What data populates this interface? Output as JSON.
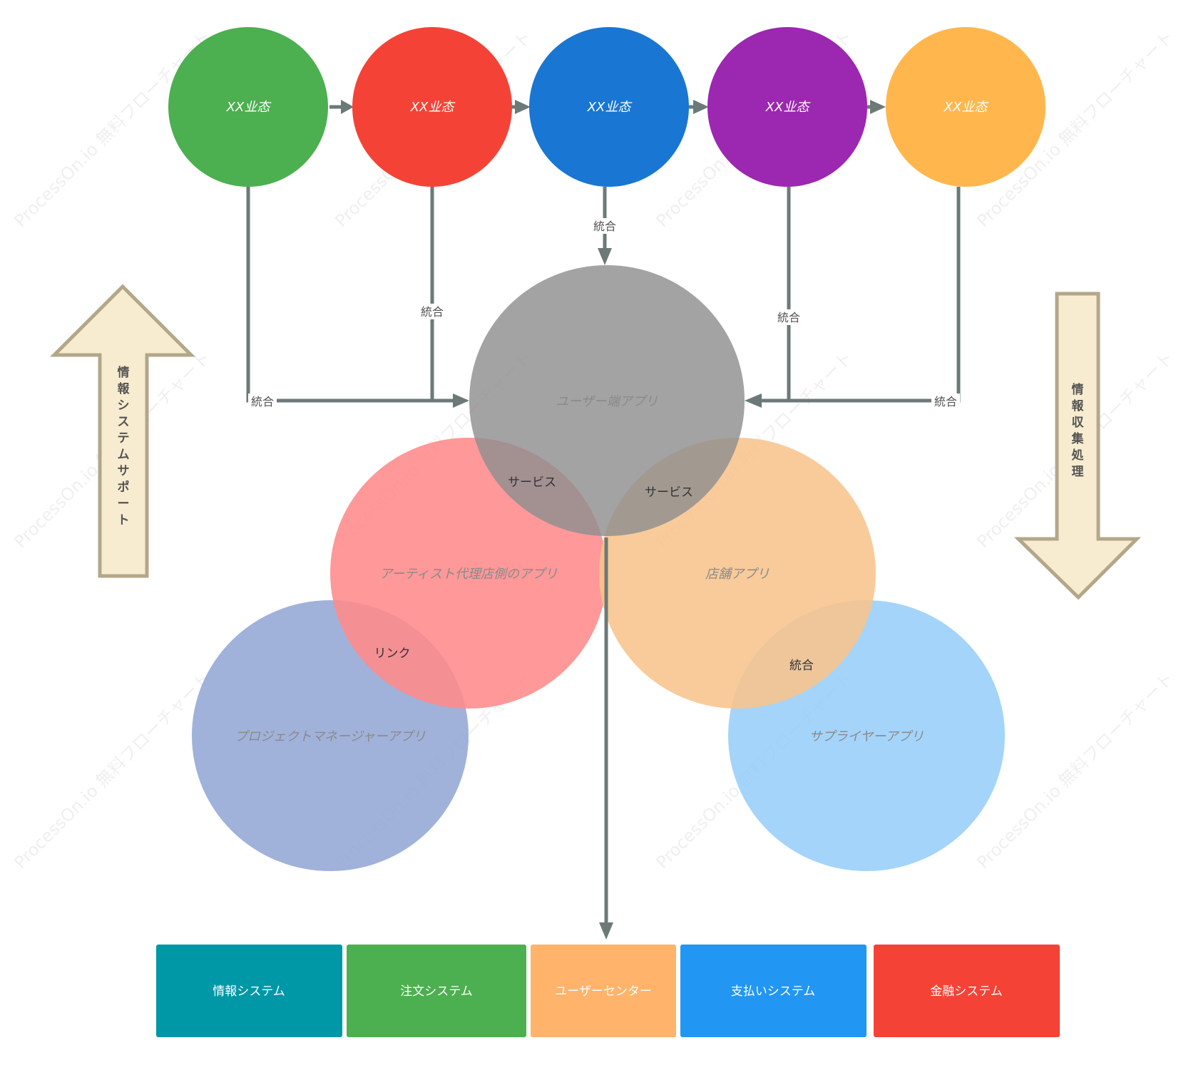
{
  "watermark": "ProcessOn.io 無料フローチャート",
  "colors": {
    "connector": "#6b7a78",
    "side_arrow_fill": "#f8ecd0",
    "side_arrow_stroke": "#b3a78b"
  },
  "top_circles": [
    {
      "label": "XX业态",
      "color": "#4caf50"
    },
    {
      "label": "XX业态",
      "color": "#f44336"
    },
    {
      "label": "XX业态",
      "color": "#1976d2"
    },
    {
      "label": "XX业态",
      "color": "#9c27b0"
    },
    {
      "label": "XX业态",
      "color": "#ffb74d"
    }
  ],
  "edge_labels": {
    "center_down": "統合",
    "left_inner": "統合",
    "right_inner": "統合",
    "left_outer": "統合",
    "right_outer": "統合"
  },
  "venn": {
    "center": {
      "label": "ユーザー端アプリ",
      "color": "#9e9e9e"
    },
    "left": {
      "label": "アーティスト代理店側のアプリ",
      "color": "#ff8a8a"
    },
    "right": {
      "label": "店舗アプリ",
      "color": "#f8c48c"
    },
    "bottom_left": {
      "label": "プロジェクトマネージャーアプリ",
      "color": "#8fa5d3"
    },
    "bottom_right": {
      "label": "サプライヤーアプリ",
      "color": "#90caf9"
    },
    "overlaps": {
      "center_left": "サービス",
      "center_right": "サービス",
      "left_bottom_left": "リンク",
      "right_bottom_right": "統合"
    }
  },
  "side_arrows": {
    "left": "情報システムサポート",
    "right": "情報収集処理"
  },
  "bottom_boxes": [
    {
      "label": "情報システム",
      "color": "#0097a7"
    },
    {
      "label": "注文システム",
      "color": "#4caf50"
    },
    {
      "label": "ユーザーセンター",
      "color": "#ffb36b"
    },
    {
      "label": "支払いシステム",
      "color": "#2196f3"
    },
    {
      "label": "金融システム",
      "color": "#f44336"
    }
  ]
}
